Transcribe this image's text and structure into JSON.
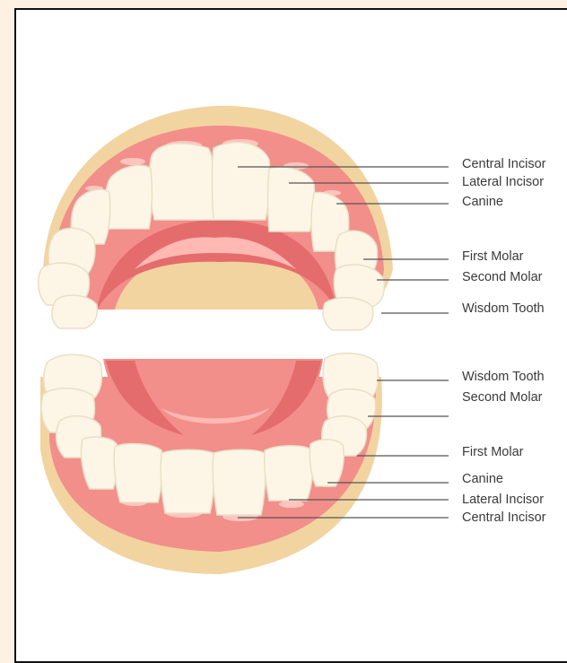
{
  "diagram": {
    "upper_jaw_labels": [
      "Central Incisor",
      "Lateral Incisor",
      "Canine",
      "First Molar",
      "Second Molar",
      "Wisdom Tooth"
    ],
    "lower_jaw_labels": [
      "Wisdom Tooth",
      "Second Molar",
      "First Molar",
      "Canine",
      "Lateral Incisor",
      "Central Incisor"
    ]
  },
  "colors": {
    "background": "#fdf1e3",
    "frame_border": "#111111",
    "bone": "#f2d4a1",
    "gum": "#f28f8a",
    "gum_dark": "#e46c6c",
    "gum_highlight": "#ffb8b2",
    "tooth": "#fdf6e6",
    "tooth_outline": "#e9dfc8",
    "leader_line": "#555555",
    "label_text": "#3a3a3a"
  }
}
